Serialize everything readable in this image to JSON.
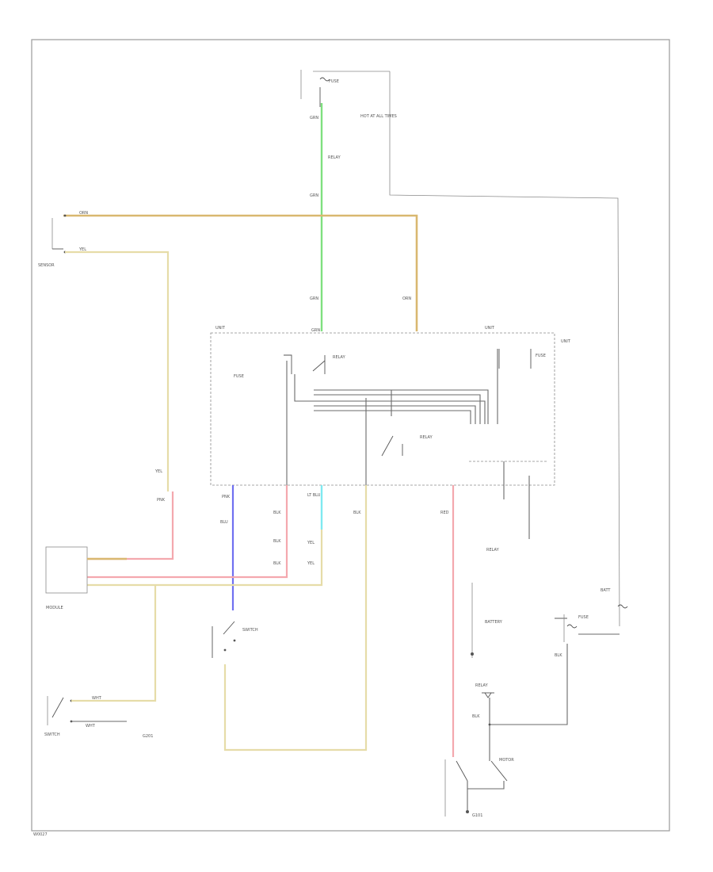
{
  "diagram": {
    "page_label": "W0027",
    "components": [
      {
        "id": "fuse-top",
        "label": "FUSE"
      },
      {
        "id": "relay-box",
        "label": "RELAY"
      },
      {
        "id": "main-unit",
        "label": "UNIT"
      },
      {
        "id": "left-sensor",
        "label": "SENSOR"
      },
      {
        "id": "control-module",
        "label": "MODULE"
      },
      {
        "id": "trans-switch",
        "label": "SWITCH"
      },
      {
        "id": "push-switch",
        "label": "SWITCH"
      },
      {
        "id": "starter-relay",
        "label": "RELAY"
      },
      {
        "id": "right-fuse",
        "label": "FUSE"
      },
      {
        "id": "starter-motor",
        "label": "MOTOR"
      },
      {
        "id": "battery",
        "label": "BATT"
      }
    ],
    "wire_labels": [
      {
        "id": "wl-1",
        "text": "GRN"
      },
      {
        "id": "wl-2",
        "text": "GRN"
      },
      {
        "id": "wl-3",
        "text": "GRN"
      },
      {
        "id": "wl-4",
        "text": "GRN"
      },
      {
        "id": "wl-5",
        "text": "ORN"
      },
      {
        "id": "wl-6",
        "text": "ORN"
      },
      {
        "id": "wl-7",
        "text": "YEL"
      },
      {
        "id": "wl-8",
        "text": "YEL"
      },
      {
        "id": "wl-9",
        "text": "PNK"
      },
      {
        "id": "wl-10",
        "text": "PNK"
      },
      {
        "id": "wl-11",
        "text": "BLU"
      },
      {
        "id": "wl-12",
        "text": "BLK"
      },
      {
        "id": "wl-13",
        "text": "BLK"
      },
      {
        "id": "wl-14",
        "text": "BLK"
      },
      {
        "id": "wl-15",
        "text": "LT BLU"
      },
      {
        "id": "wl-16",
        "text": "YEL"
      },
      {
        "id": "wl-17",
        "text": "YEL"
      },
      {
        "id": "wl-18",
        "text": "BLK"
      },
      {
        "id": "wl-19",
        "text": "WHT"
      },
      {
        "id": "wl-20",
        "text": "WHT"
      },
      {
        "id": "wl-21",
        "text": "RED"
      },
      {
        "id": "wl-22",
        "text": "BLK"
      },
      {
        "id": "wl-23",
        "text": "BLK"
      }
    ],
    "small_labels": [
      {
        "id": "sl-1",
        "text": "HOT AT ALL TIMES"
      },
      {
        "id": "sl-2",
        "text": "BATTERY"
      },
      {
        "id": "sl-3",
        "text": "BATT"
      },
      {
        "id": "sl-4",
        "text": "G101"
      },
      {
        "id": "sl-5",
        "text": "G201"
      }
    ]
  }
}
